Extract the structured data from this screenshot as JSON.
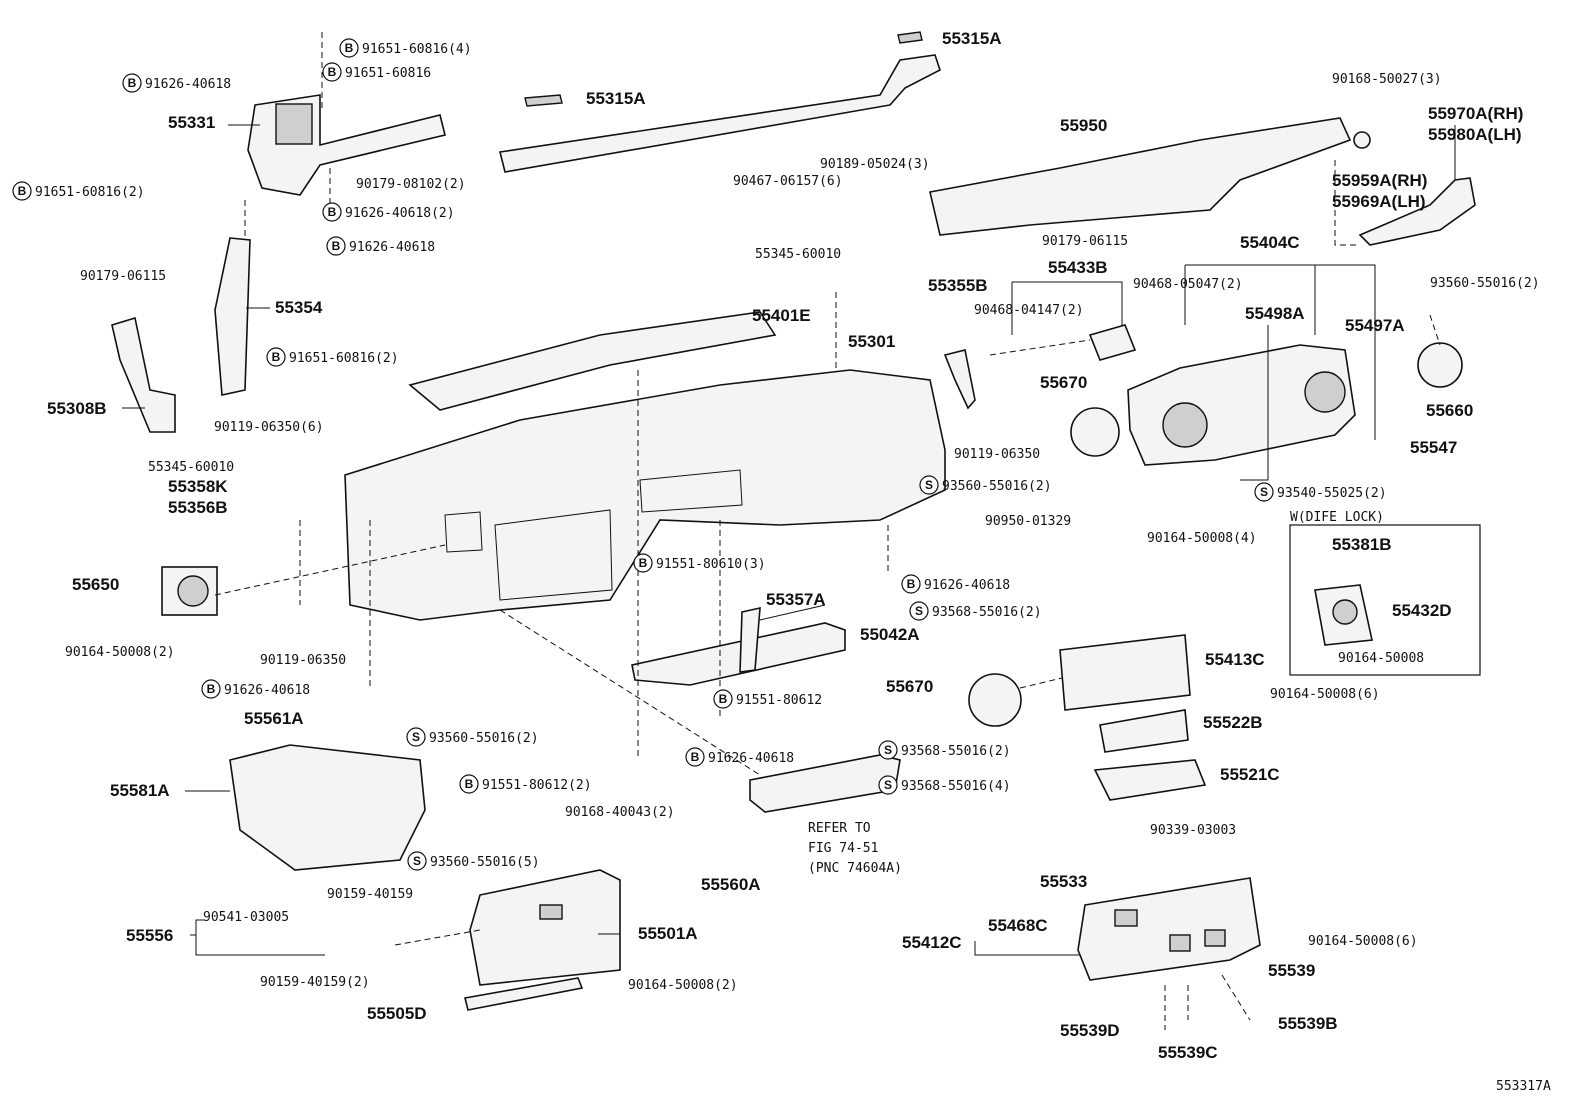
{
  "figure_code": "553317A",
  "refer_note": [
    "REFER TO",
    "FIG 74-51",
    "(PNC 74604A)"
  ],
  "option_box_title": "W(DIFE LOCK)",
  "symbols": {
    "bolt": "B",
    "screw": "S"
  },
  "labels": [
    {
      "id": "l01",
      "text": "91651-60816(4)",
      "style": "pno",
      "symbol": "B"
    },
    {
      "id": "l02",
      "text": "91626-40618",
      "style": "pno",
      "symbol": "B"
    },
    {
      "id": "l03",
      "text": "91651-60816",
      "style": "pno",
      "symbol": "B"
    },
    {
      "id": "l04",
      "text": "55331",
      "style": "pnc"
    },
    {
      "id": "l05",
      "text": "91651-60816(2)",
      "style": "pno",
      "symbol": "B"
    },
    {
      "id": "l06",
      "text": "90179-08102(2)",
      "style": "pno"
    },
    {
      "id": "l07",
      "text": "91626-40618(2)",
      "style": "pno",
      "symbol": "B"
    },
    {
      "id": "l08",
      "text": "55315A",
      "style": "pnc"
    },
    {
      "id": "l09",
      "text": "55315A",
      "style": "pnc"
    },
    {
      "id": "l10",
      "text": "90189-05024(3)",
      "style": "pno"
    },
    {
      "id": "l11",
      "text": "90467-06157(6)",
      "style": "pno"
    },
    {
      "id": "l12",
      "text": "90168-50027(3)",
      "style": "pno"
    },
    {
      "id": "l13",
      "text": "55970A(RH)",
      "style": "pnc"
    },
    {
      "id": "l14",
      "text": "55980A(LH)",
      "style": "pnc"
    },
    {
      "id": "l15",
      "text": "55950",
      "style": "pnc"
    },
    {
      "id": "l16",
      "text": "55959A(RH)",
      "style": "pnc"
    },
    {
      "id": "l17",
      "text": "55969A(LH)",
      "style": "pnc"
    },
    {
      "id": "l18",
      "text": "90179-06115",
      "style": "pno"
    },
    {
      "id": "l19",
      "text": "91626-40618",
      "style": "pno",
      "symbol": "B"
    },
    {
      "id": "l20",
      "text": "90179-06115",
      "style": "pno"
    },
    {
      "id": "l21",
      "text": "55354",
      "style": "pnc"
    },
    {
      "id": "l22",
      "text": "91651-60816(2)",
      "style": "pno",
      "symbol": "B"
    },
    {
      "id": "l23",
      "text": "55308B",
      "style": "pnc"
    },
    {
      "id": "l24",
      "text": "55345-60010",
      "style": "pno"
    },
    {
      "id": "l25",
      "text": "55401E",
      "style": "pnc"
    },
    {
      "id": "l26",
      "text": "55301",
      "style": "pnc"
    },
    {
      "id": "l27",
      "text": "55355B",
      "style": "pnc"
    },
    {
      "id": "l28",
      "text": "55433B",
      "style": "pnc"
    },
    {
      "id": "l29",
      "text": "90468-04147(2)",
      "style": "pno"
    },
    {
      "id": "l30",
      "text": "55404C",
      "style": "pnc"
    },
    {
      "id": "l31",
      "text": "90468-05047(2)",
      "style": "pno"
    },
    {
      "id": "l32",
      "text": "93560-55016(2)",
      "style": "pno"
    },
    {
      "id": "l33",
      "text": "55498A",
      "style": "pnc"
    },
    {
      "id": "l34",
      "text": "55497A",
      "style": "pnc"
    },
    {
      "id": "l35",
      "text": "55670",
      "style": "pnc"
    },
    {
      "id": "l36",
      "text": "55660",
      "style": "pnc"
    },
    {
      "id": "l37",
      "text": "90119-06350(6)",
      "style": "pno"
    },
    {
      "id": "l38",
      "text": "90119-06350",
      "style": "pno"
    },
    {
      "id": "l39",
      "text": "55547",
      "style": "pnc"
    },
    {
      "id": "l40",
      "text": "55345-60010",
      "style": "pno"
    },
    {
      "id": "l41",
      "text": "55358K",
      "style": "pnc"
    },
    {
      "id": "l42",
      "text": "55356B",
      "style": "pnc"
    },
    {
      "id": "l43",
      "text": "93560-55016(2)",
      "style": "pno",
      "symbol": "S"
    },
    {
      "id": "l44",
      "text": "93540-55025(2)",
      "style": "pno",
      "symbol": "S"
    },
    {
      "id": "l45",
      "text": "90950-01329",
      "style": "pno"
    },
    {
      "id": "l46",
      "text": "90164-50008(4)",
      "style": "pno"
    },
    {
      "id": "l47",
      "text": "55381B",
      "style": "pnc"
    },
    {
      "id": "l48",
      "text": "55650",
      "style": "pnc"
    },
    {
      "id": "l49",
      "text": "91551-80610(3)",
      "style": "pno",
      "symbol": "B"
    },
    {
      "id": "l50",
      "text": "91626-40618",
      "style": "pno",
      "symbol": "B"
    },
    {
      "id": "l51",
      "text": "55432D",
      "style": "pnc"
    },
    {
      "id": "l52",
      "text": "55357A",
      "style": "pnc"
    },
    {
      "id": "l53",
      "text": "90164-50008(2)",
      "style": "pno"
    },
    {
      "id": "l54",
      "text": "90119-06350",
      "style": "pno"
    },
    {
      "id": "l55",
      "text": "55042A",
      "style": "pnc"
    },
    {
      "id": "l56",
      "text": "93568-55016(2)",
      "style": "pno",
      "symbol": "S"
    },
    {
      "id": "l57",
      "text": "90164-50008",
      "style": "pno"
    },
    {
      "id": "l58",
      "text": "55413C",
      "style": "pnc"
    },
    {
      "id": "l59",
      "text": "91626-40618",
      "style": "pno",
      "symbol": "B"
    },
    {
      "id": "l60",
      "text": "55670",
      "style": "pnc"
    },
    {
      "id": "l61",
      "text": "91551-80612",
      "style": "pno",
      "symbol": "B"
    },
    {
      "id": "l62",
      "text": "90164-50008(6)",
      "style": "pno"
    },
    {
      "id": "l63",
      "text": "55561A",
      "style": "pnc"
    },
    {
      "id": "l64",
      "text": "93560-55016(2)",
      "style": "pno",
      "symbol": "S"
    },
    {
      "id": "l65",
      "text": "55522B",
      "style": "pnc"
    },
    {
      "id": "l66",
      "text": "91626-40618",
      "style": "pno",
      "symbol": "B"
    },
    {
      "id": "l67",
      "text": "93568-55016(2)",
      "style": "pno",
      "symbol": "S"
    },
    {
      "id": "l68",
      "text": "55581A",
      "style": "pnc"
    },
    {
      "id": "l69",
      "text": "91551-80612(2)",
      "style": "pno",
      "symbol": "B"
    },
    {
      "id": "l70",
      "text": "93568-55016(4)",
      "style": "pno",
      "symbol": "S"
    },
    {
      "id": "l71",
      "text": "55521C",
      "style": "pnc"
    },
    {
      "id": "l72",
      "text": "90168-40043(2)",
      "style": "pno"
    },
    {
      "id": "l73",
      "text": "90339-03003",
      "style": "pno"
    },
    {
      "id": "l74",
      "text": "93560-55016(5)",
      "style": "pno",
      "symbol": "S"
    },
    {
      "id": "l75",
      "text": "55560A",
      "style": "pnc"
    },
    {
      "id": "l76",
      "text": "55533",
      "style": "pnc"
    },
    {
      "id": "l77",
      "text": "90159-40159",
      "style": "pno"
    },
    {
      "id": "l78",
      "text": "90541-03005",
      "style": "pno"
    },
    {
      "id": "l79",
      "text": "55556",
      "style": "pnc"
    },
    {
      "id": "l80",
      "text": "55501A",
      "style": "pnc"
    },
    {
      "id": "l81",
      "text": "55468C",
      "style": "pnc"
    },
    {
      "id": "l82",
      "text": "55412C",
      "style": "pnc"
    },
    {
      "id": "l83",
      "text": "90164-50008(6)",
      "style": "pno"
    },
    {
      "id": "l84",
      "text": "90159-40159(2)",
      "style": "pno"
    },
    {
      "id": "l85",
      "text": "90164-50008(2)",
      "style": "pno"
    },
    {
      "id": "l86",
      "text": "55539",
      "style": "pnc"
    },
    {
      "id": "l87",
      "text": "55505D",
      "style": "pnc"
    },
    {
      "id": "l88",
      "text": "55539D",
      "style": "pnc"
    },
    {
      "id": "l89",
      "text": "55539B",
      "style": "pnc"
    },
    {
      "id": "l90",
      "text": "55539C",
      "style": "pnc"
    }
  ]
}
